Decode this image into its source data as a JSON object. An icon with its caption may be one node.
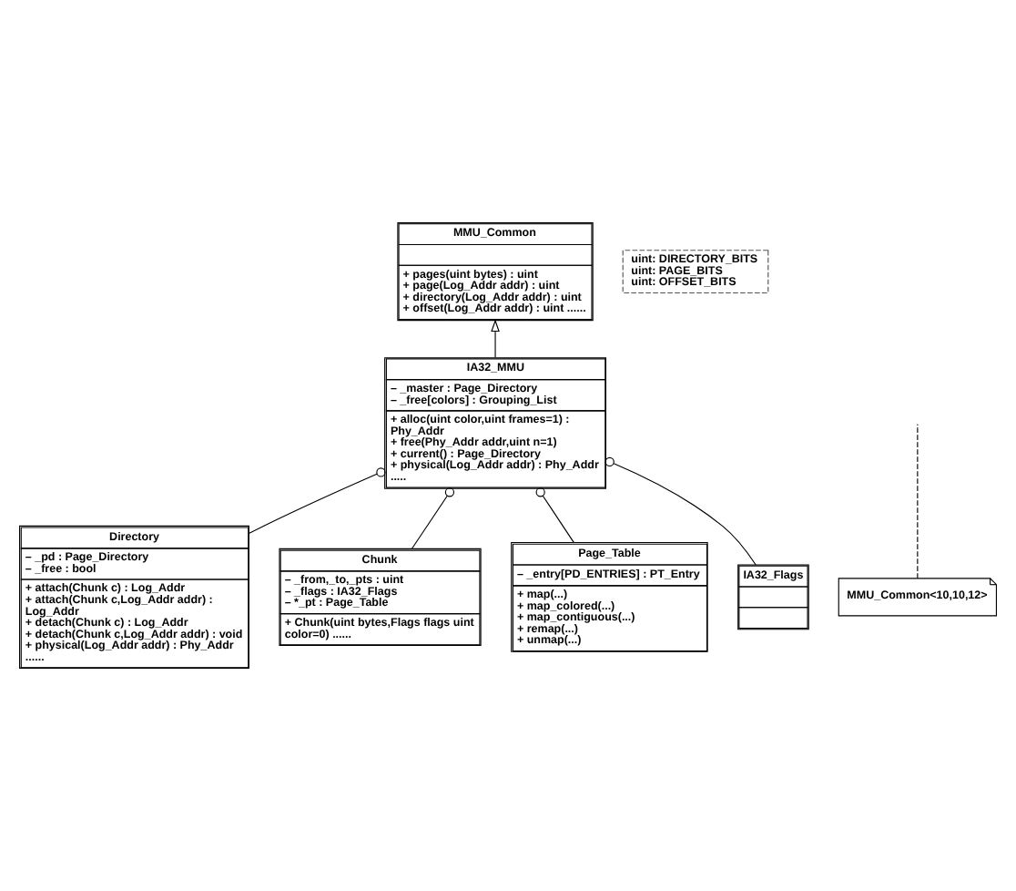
{
  "diagram": {
    "nodes": [
      {
        "text": [
          "Directory",
          "– _pd : Page_Directory – _free : bool",
          "+ attach(Chunk c) : Log_Addr + attach(Chunk c,Log_Addr addr) : Log_Addr + detach(Chunk c) : Log_Addr + detach(Chunk c,Log_Addr addr) : void + physical(Log_Addr addr) : Phy_Addr ......"
        ]
      },
      {
        "text": [
          "MMU_Common",
          "+ pages(uint bytes) : uint + page(Log_Addr addr) : uint + directory(Log_Addr addr) : uint + offset(Log_Addr addr) : uint ......"
        ]
      },
      {
        "text": [
          "uint: DIRECTORY_BITS uint: PAGE_BITS uint: OFFSET_BITS"
        ]
      },
      {
        "text": [
          "Chunk",
          "– _from,_to,_pts : uint – _flags : IA32_Flags – *_pt : Page_Table",
          "+ Chunk(uint bytes,Flags flags uint color=0) ......"
        ]
      },
      {
        "text": [
          "IA32_MMU",
          "– _master : Page_Directory – _free[colors] : Grouping_List",
          "+ alloc(uint color,uint frames=1) : Phy_Addr + free(Phy_Addr addr,uint n=1) + current() : Page_Directory + physical(Log_Addr addr) : Phy_Addr ....."
        ]
      },
      {
        "text": [
          "MMU_Common<10,10,12>"
        ]
      },
      {
        "text": [
          "Page_Table",
          "– _entry[PD_ENTRIES] : PT_Entry",
          "+ map(...) + map_colored(...) + map_contiguous(...) + remap(...) + unmap(...)"
        ]
      },
      {
        "text": [
          "IA32_Flags"
        ]
      }
    ],
    "edges": [
      {
        "from": 4,
        "to": 1,
        "arrow": "to"
      },
      {
        "from": 5,
        "to": null,
        "arrow": "none",
        "style": "dashed"
      },
      {
        "from": 0,
        "to": 4,
        "arrow": "other"
      },
      {
        "from": 3,
        "to": 4,
        "arrow": "other"
      },
      {
        "from": 6,
        "to": 4,
        "arrow": "other"
      },
      {
        "from": 7,
        "to": 4,
        "arrow": "other"
      }
    ]
  }
}
